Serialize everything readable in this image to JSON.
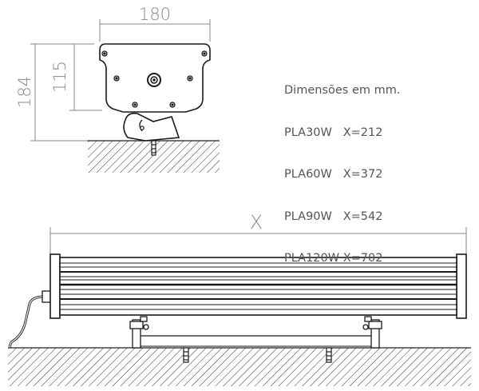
{
  "dimensions": {
    "width": "180",
    "height": "184",
    "body_height": "115",
    "length": "X"
  },
  "notes": {
    "heading": "Dimensões em mm.",
    "models": [
      "PLA30W   X=212",
      "PLA60W   X=372",
      "PLA90W   X=542",
      "PLA120W X=702"
    ]
  },
  "colors": {
    "line": "#1a1a1a",
    "dimension": "#8a8a8a",
    "text": "#555555"
  }
}
